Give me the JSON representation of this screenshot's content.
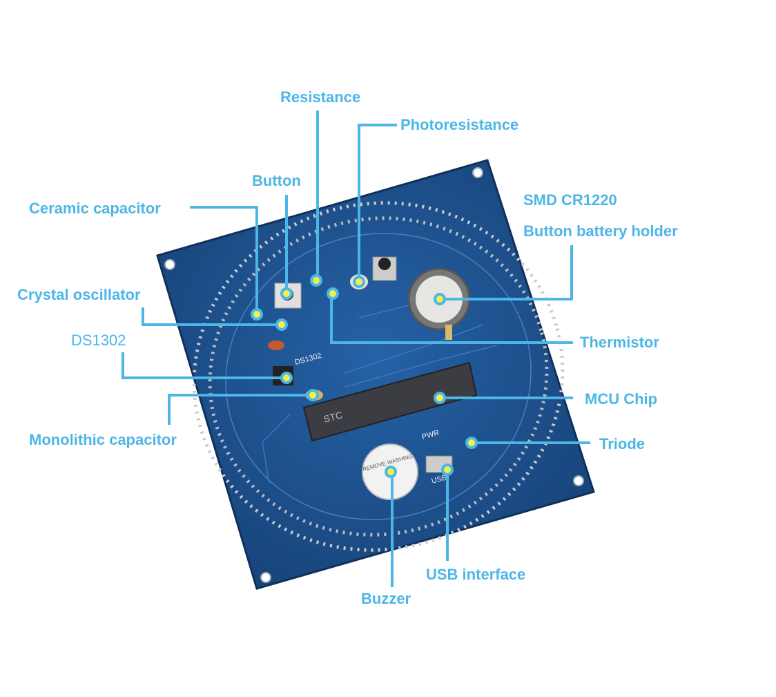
{
  "colors": {
    "label": "#4db6e6",
    "pcb": "#1c4f8c",
    "dot_center": "#f4f04a"
  },
  "labels": {
    "resistance": "Resistance",
    "photoresistance": "Photoresistance",
    "button": "Button",
    "ceramic_capacitor": "Ceramic capacitor",
    "crystal_oscillator": "Crystal oscillator",
    "ds1302": "DS1302",
    "monolithic_capacitor": "Monolithic capacitor",
    "smd_cr1220": "SMD CR1220",
    "battery_holder": "Button battery holder",
    "thermistor": "Thermistor",
    "mcu_chip": "MCU Chip",
    "triode": "Triode",
    "buzzer": "Buzzer",
    "usb_interface": "USB interface"
  },
  "board": {
    "chip_text": "STC",
    "ds_text": "DS1302",
    "pwr_text": "PWR",
    "usb_text": "USB",
    "buzzer_text": "REMOVE WASHING"
  }
}
